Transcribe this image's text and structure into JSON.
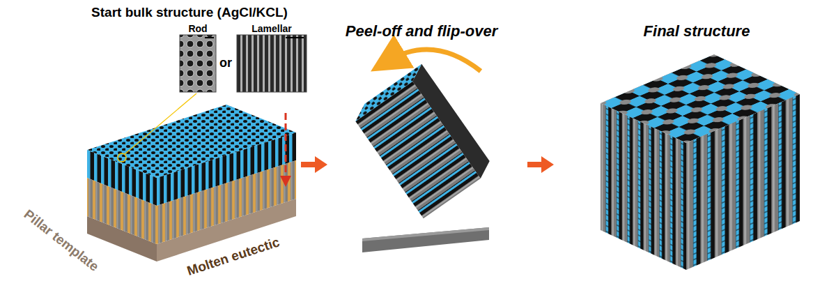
{
  "diagram": {
    "labels": [
      "Start bulk structure (AgCl/KCL)",
      "Rod",
      "or",
      "Lamellar",
      "Pillar template",
      "Molten eutectic",
      "Peel-off and flip-over",
      "Final structure"
    ]
  }
}
